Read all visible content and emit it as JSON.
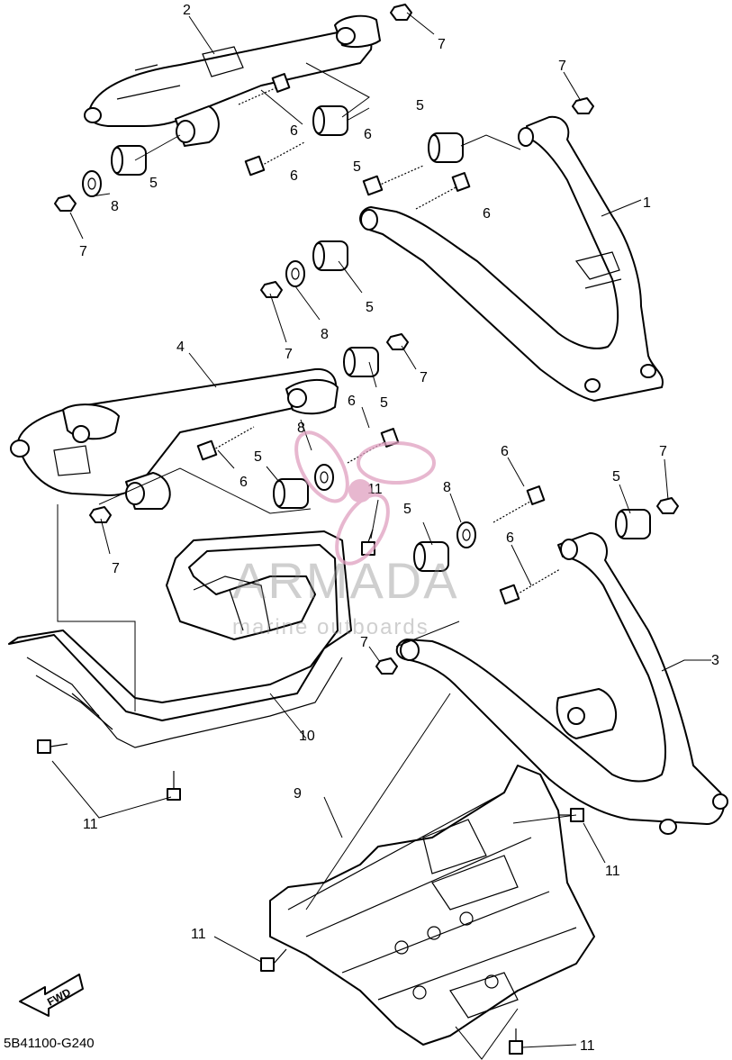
{
  "diagram": {
    "part_code": "5B41100-G240",
    "fwd_label": "FWD",
    "watermark": {
      "brand": "ARMADA",
      "tagline": "marine outboards",
      "color": "#e0a0c0"
    },
    "callouts": [
      "1",
      "2",
      "3",
      "4",
      "5",
      "6",
      "7",
      "8",
      "9",
      "10",
      "11"
    ]
  }
}
